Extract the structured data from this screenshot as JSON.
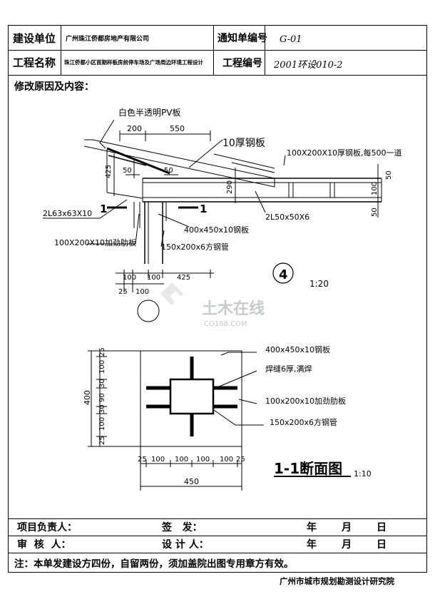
{
  "header": {
    "unit_label": "建设单位",
    "unit_value": "广州珠江侨都房地产有限公司",
    "notice_label": "通知单编号",
    "notice_value": "G-01",
    "project_label": "工程名称",
    "project_value": "珠江侨都小区首期样板房前停车场及广场周边环境工程设计",
    "project_no_label": "工程编号",
    "project_no_value": "2001环设010-2"
  },
  "reason_label": "修改原因及内容：",
  "detail4": {
    "labels": {
      "pv": "白色半透明PV板",
      "steel10": "10厚钢板",
      "plate100": "100X200X10厚钢板,每500一道",
      "angle63": "2L63x63X10",
      "angle50": "2L50x50X6",
      "plate400": "400x450x10钢板",
      "rib": "100X200X10加劲肋板",
      "tube": "150x200x6方钢管",
      "sec_left": "1",
      "sec_right": "1"
    },
    "dims": [
      "200",
      "550",
      "50",
      "425",
      "290",
      "50",
      "50",
      "100",
      "50",
      "100",
      "100",
      "425",
      "25",
      "100"
    ],
    "symbol": "4",
    "scale": "1:20"
  },
  "section11": {
    "labels": {
      "plate400": "400x450x10钢板",
      "weld": "焊缝6厚,满焊",
      "rib": "100x200x10加劲肋板",
      "tube": "150x200x6方钢管"
    },
    "left_dims": [
      "25",
      "100",
      "30",
      "90",
      "30",
      "100",
      "25"
    ],
    "left_total": "400",
    "bottom_dims": [
      "25",
      "100",
      "100",
      "100",
      "100",
      "25"
    ],
    "bottom_total": "450",
    "title": "1-1断面图",
    "scale": "1:10"
  },
  "watermark": {
    "cn": "土木在线",
    "en": "CO188.COM"
  },
  "footer": {
    "manager_label": "项目负责人：",
    "issue_label": "签   发：",
    "year": "年",
    "month": "月",
    "day": "日",
    "review_label": "审  核  人：",
    "designer_label": "设 计 人：",
    "note": "注：本单发建设方四份，自留两份，须加盖院出图专用章方有效。",
    "institute": "广州市城市规划勘测设计研究院"
  }
}
